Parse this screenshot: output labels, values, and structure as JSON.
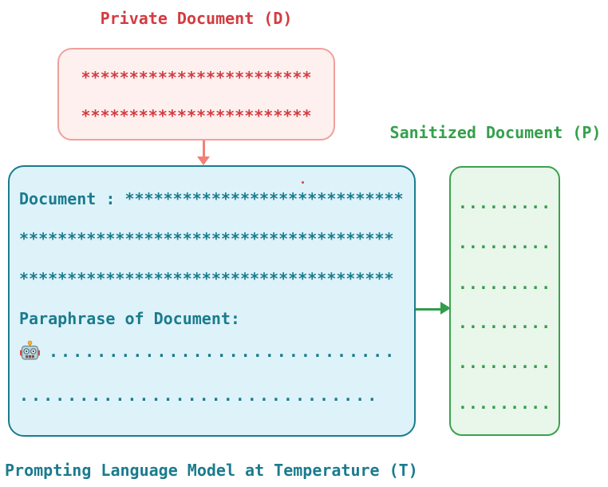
{
  "labels": {
    "private": "Private Document (D)",
    "sanitized": "Sanitized Document (P)",
    "bottom": "Prompting Language Model at Temperature (T)"
  },
  "private_box": {
    "star_line_1": "************************",
    "star_line_2": "************************"
  },
  "prompt_box": {
    "doc_line": "Document : *****************************",
    "star_line_2": "***************************************",
    "star_line_3": "***************************************",
    "paraphrase_line": "Paraphrase of Document:",
    "robot_icon": "robot-icon",
    "dots_line_1": ".............................",
    "dots_line_2": ".............................."
  },
  "sanitized_box": {
    "dot_lines": [
      ".........",
      ".........",
      ".........",
      ".........",
      ".........",
      "........."
    ]
  },
  "colors": {
    "red_text": "#d43b40",
    "red_box_border": "#f0a09b",
    "red_box_fill": "#fdf0ef",
    "salmon_arrow": "#f28078",
    "teal_text": "#1b7b8e",
    "teal_box_fill": "#ddf3f9",
    "green_text": "#2f9e4b",
    "green_box_border": "#3aa24f",
    "green_box_fill": "#e9f6ea",
    "background": "#ffffff"
  }
}
